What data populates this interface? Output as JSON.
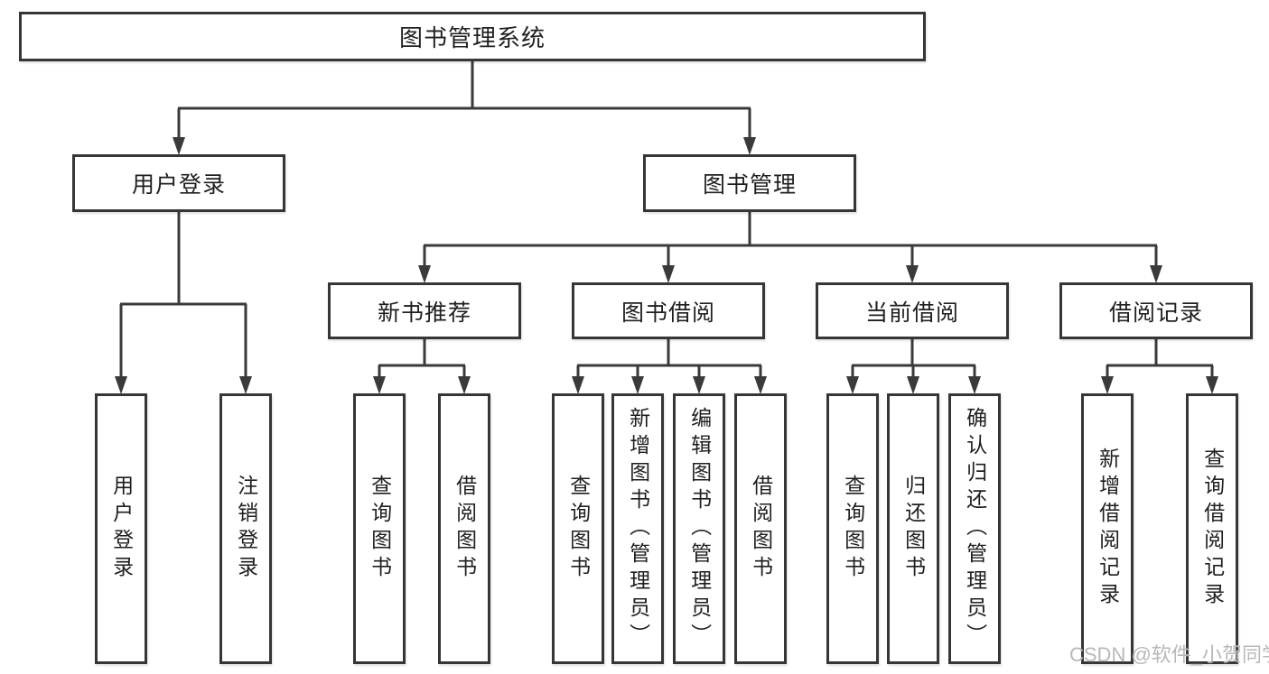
{
  "diagram": {
    "tree": {
      "root": {
        "label": "图书管理系统"
      },
      "level2": [
        {
          "label": "用户登录",
          "children": [
            {
              "label": "用户登录"
            },
            {
              "label": "注销登录"
            }
          ]
        },
        {
          "label": "图书管理",
          "sections": [
            {
              "label": "新书推荐",
              "children": [
                {
                  "label": "查询图书"
                },
                {
                  "label": "借阅图书"
                }
              ]
            },
            {
              "label": "图书借阅",
              "children": [
                {
                  "label": "查询图书"
                },
                {
                  "label": "新增图书（管理员）"
                },
                {
                  "label": "编辑图书（管理员）"
                },
                {
                  "label": "借阅图书"
                }
              ]
            },
            {
              "label": "当前借阅",
              "children": [
                {
                  "label": "查询图书"
                },
                {
                  "label": "归还图书"
                },
                {
                  "label": "确认归还（管理员）"
                }
              ]
            },
            {
              "label": "借阅记录",
              "children": [
                {
                  "label": "新增借阅记录"
                },
                {
                  "label": "查询借阅记录"
                }
              ]
            }
          ]
        }
      ]
    },
    "colors": {
      "line": "#3a3a3a",
      "border": "#363636",
      "text": "#1f1f1f",
      "watermark": "#b5b5b5",
      "background": "#ffffff"
    }
  },
  "watermark": {
    "text": "CSDN @软件_小贺同学"
  }
}
